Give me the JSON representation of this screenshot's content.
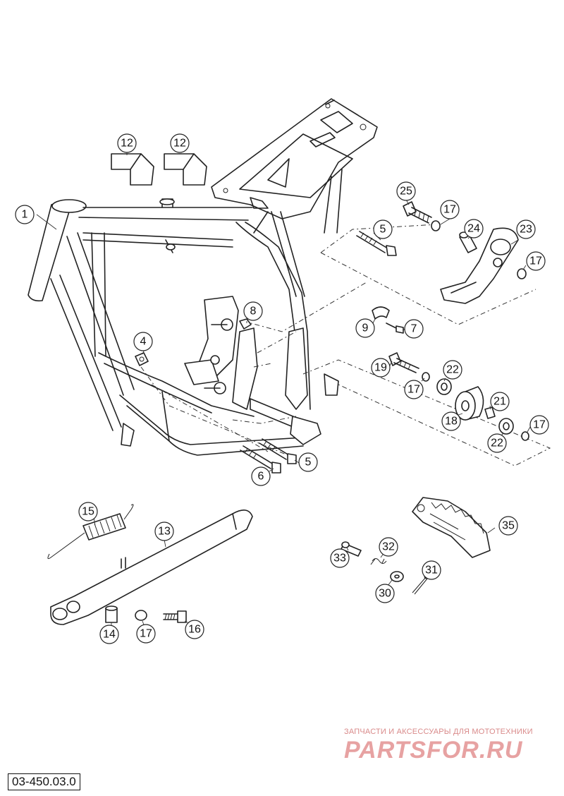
{
  "callouts": [
    {
      "id": "c1",
      "label": "1"
    },
    {
      "id": "c12a",
      "label": "12"
    },
    {
      "id": "c12b",
      "label": "12"
    },
    {
      "id": "c25",
      "label": "25"
    },
    {
      "id": "c17a",
      "label": "17"
    },
    {
      "id": "c5a",
      "label": "5"
    },
    {
      "id": "c24",
      "label": "24"
    },
    {
      "id": "c23",
      "label": "23"
    },
    {
      "id": "c17b",
      "label": "17"
    },
    {
      "id": "c8",
      "label": "8"
    },
    {
      "id": "c4",
      "label": "4"
    },
    {
      "id": "c9",
      "label": "9"
    },
    {
      "id": "c7",
      "label": "7"
    },
    {
      "id": "c19",
      "label": "19"
    },
    {
      "id": "c22a",
      "label": "22"
    },
    {
      "id": "c17c",
      "label": "17"
    },
    {
      "id": "c21",
      "label": "21"
    },
    {
      "id": "c18",
      "label": "18"
    },
    {
      "id": "c17d",
      "label": "17"
    },
    {
      "id": "c22b",
      "label": "22"
    },
    {
      "id": "c5b",
      "label": "5"
    },
    {
      "id": "c6",
      "label": "6"
    },
    {
      "id": "c15",
      "label": "15"
    },
    {
      "id": "c13",
      "label": "13"
    },
    {
      "id": "c35",
      "label": "35"
    },
    {
      "id": "c32",
      "label": "32"
    },
    {
      "id": "c33",
      "label": "33"
    },
    {
      "id": "c31",
      "label": "31"
    },
    {
      "id": "c30",
      "label": "30"
    },
    {
      "id": "c14",
      "label": "14"
    },
    {
      "id": "c17e",
      "label": "17"
    },
    {
      "id": "c16",
      "label": "16"
    }
  ],
  "watermark": {
    "tagline": "ЗАПЧАСТИ И АКСЕССУАРЫ ДЛЯ МОТОТЕХНИКИ",
    "logo": "PARTSFOR.RU"
  },
  "diagram_code": "03-450.03.0"
}
